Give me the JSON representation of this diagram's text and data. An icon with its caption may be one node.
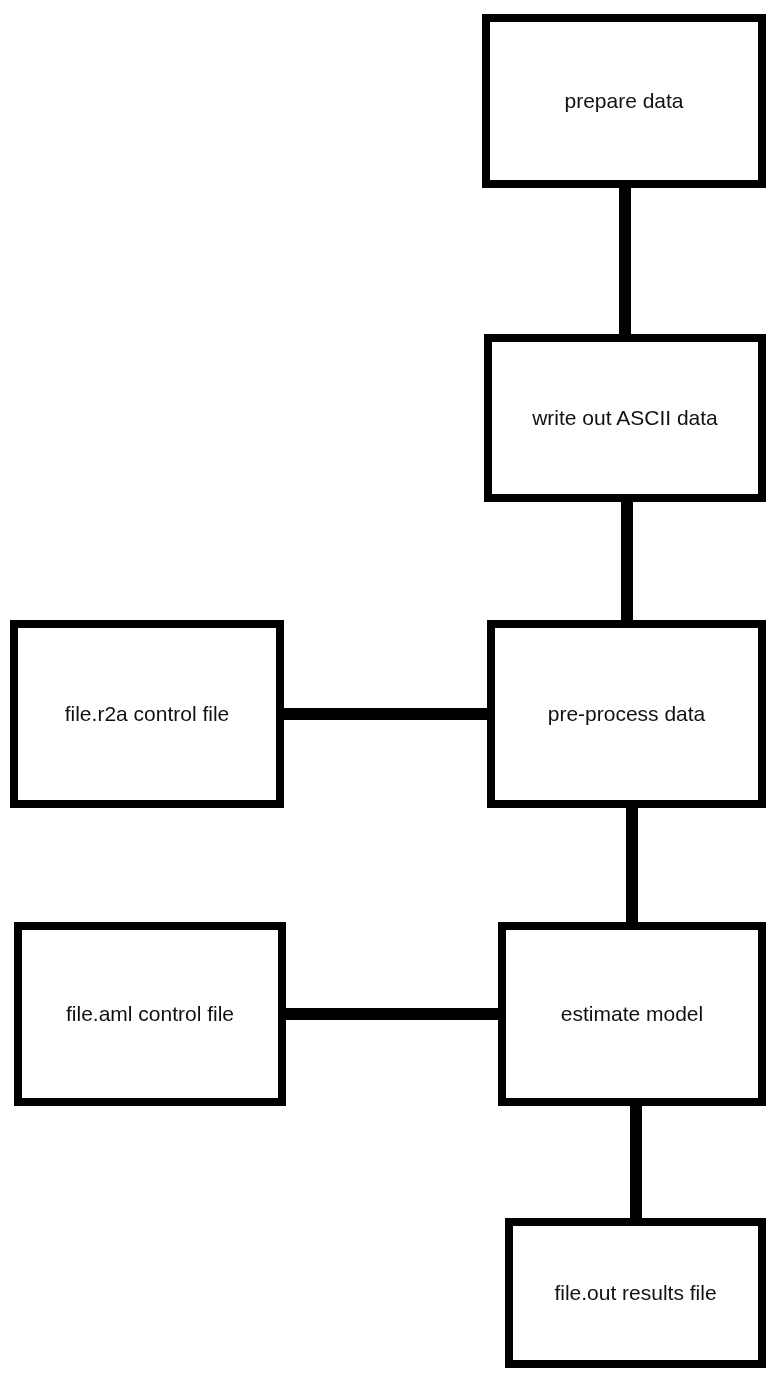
{
  "diagram": {
    "nodes": [
      {
        "text": [
          "prepare data"
        ]
      },
      {
        "text": [
          "write out ASCII data"
        ]
      },
      {
        "text": [
          "file.r2a control file"
        ]
      },
      {
        "text": [
          "pre-process data"
        ]
      },
      {
        "text": [
          "file.aml control file"
        ]
      },
      {
        "text": [
          "estimate model"
        ]
      },
      {
        "text": [
          "file.out results file"
        ]
      }
    ],
    "edges": [
      {
        "from": 0,
        "to": 1,
        "arrow": "none"
      },
      {
        "from": 1,
        "to": 3,
        "arrow": "none"
      },
      {
        "from": 2,
        "to": 3,
        "arrow": "none"
      },
      {
        "from": 3,
        "to": 5,
        "arrow": "none"
      },
      {
        "from": 4,
        "to": 5,
        "arrow": "none"
      },
      {
        "from": 5,
        "to": 6,
        "arrow": "none"
      }
    ]
  }
}
